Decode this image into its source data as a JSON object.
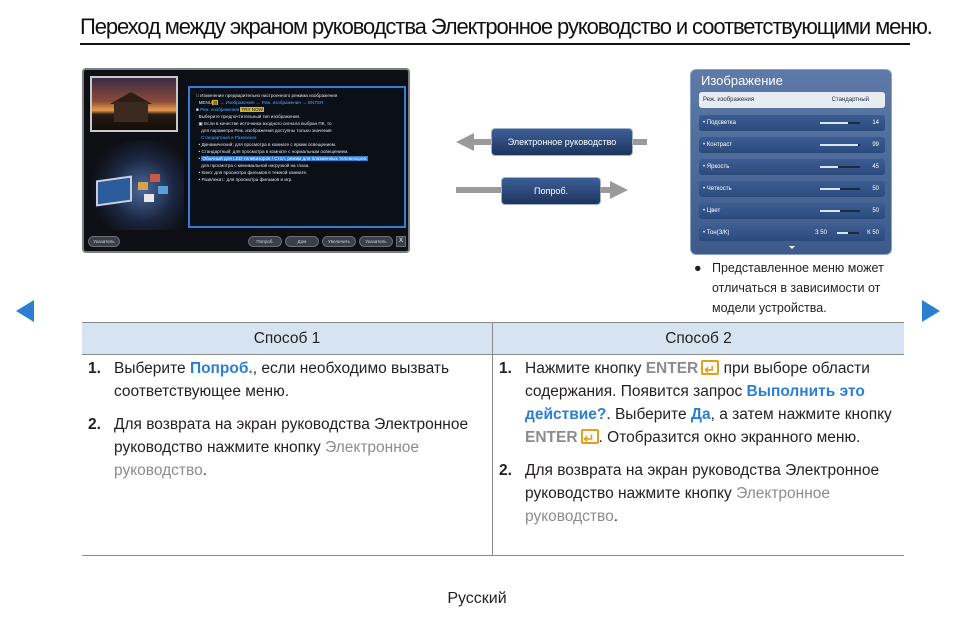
{
  "page": {
    "title": "Переход между экраном руководства Электронное руководство и соответствующими меню.",
    "footer": "Русский"
  },
  "emanual_screenshot": {
    "lines": [
      "Изменение предварительно настроенного режима изображения",
      "MENU",
      " → Изображение → Реж. изображения → ENTER",
      "Реж. изображения",
      "TRY NOW",
      "Выберите предпочтительный тип изображения.",
      "Если в качестве источника входного сигнала выбран ПК, то",
      "для параметра Реж. изображения доступны только значения",
      "Стандартный и Развлекат.",
      "Динамический: для просмотра в комнате с ярким освещением.",
      "Стандартный: для просмотра в комнате с нормальным освещением.",
      "Обычный для LED-телевизоров / Стол. режим для плазменных телевизоров:",
      "для просмотра с минимальной нагрузкой на глаза.",
      "Кино: для просмотра фильмов в темной комнате.",
      "Развлекат.: для просмотра фильмов и игр."
    ],
    "bottom_buttons": [
      "Указатель",
      "Попроб.",
      "Дом",
      "Увеличить",
      "Указатель"
    ],
    "close": "X"
  },
  "flow": {
    "emanual_button": "Электронное руководство",
    "try_button": "Попроб."
  },
  "picture_menu": {
    "title": "Изображение",
    "rows": [
      {
        "label": "Реж. изображения",
        "value": "Стандартный",
        "selected": true
      },
      {
        "label": "Подсветка",
        "value": "14",
        "level": 0.7
      },
      {
        "label": "Контраст",
        "value": "99",
        "level": 0.95
      },
      {
        "label": "Яркость",
        "value": "45",
        "level": 0.45
      },
      {
        "label": "Четкость",
        "value": "50",
        "level": 0.5
      },
      {
        "label": "Цвет",
        "value": "50",
        "level": 0.5
      },
      {
        "label": "Тон(З/К)",
        "value_left": "З 50",
        "value_right": "К 50",
        "level": 0.5
      }
    ]
  },
  "note": {
    "bullet": "●",
    "text": "Представленное меню может отличаться в зависимости от модели устройства."
  },
  "table": {
    "headers": [
      "Способ 1",
      "Способ 2"
    ],
    "method1": {
      "step1": {
        "num": "1.",
        "before": "Выберите ",
        "link": "Попроб.",
        "after": ", если необходимо вызвать соответствующее меню."
      },
      "step2": {
        "num": "2.",
        "before": "Для возврата на экран руководства Электронное руководство нажмите кнопку ",
        "grey": "Электронное руководство",
        "after": "."
      }
    },
    "method2": {
      "step1": {
        "num": "1.",
        "t1": "Нажмите кнопку ",
        "enter": "ENTER",
        "t2": " при выборе области содержания. Появится запрос ",
        "link1": "Выполнить это действие?",
        "t3": ". Выберите ",
        "link2": "Да",
        "t4": ", а затем нажмите кнопку ",
        "enter2": "ENTER",
        "t5": ". Отобразится окно экранного меню."
      },
      "step2": {
        "num": "2.",
        "before": "Для возврата на экран руководства Электронное руководство нажмите кнопку ",
        "grey": "Электронное руководство",
        "after": "."
      }
    }
  },
  "colors": {
    "accent": "#2a7fd3",
    "header_bg": "#d6e4f1",
    "menu_bg": "#3e5a8c",
    "enter_icon": "#e0a21e"
  }
}
